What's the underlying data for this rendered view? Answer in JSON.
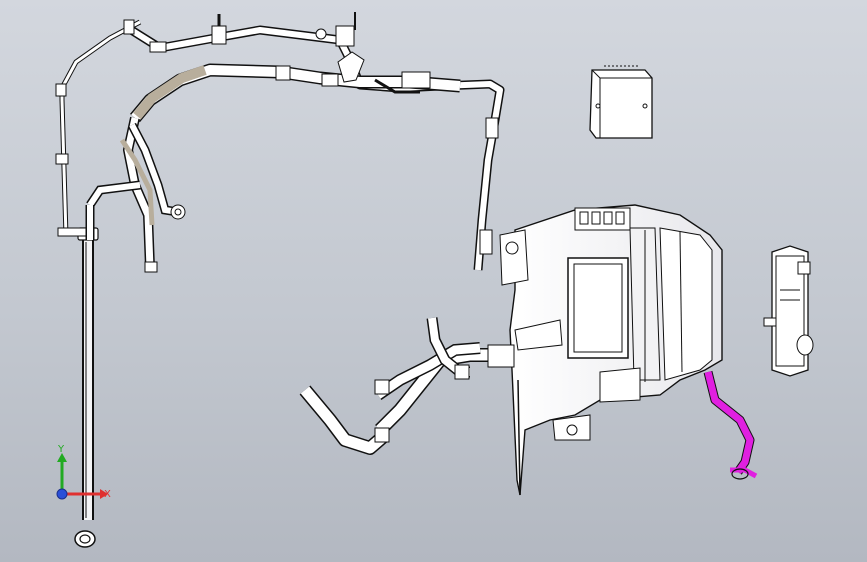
{
  "viewport": {
    "background_top": "#d3d7de",
    "background_bottom": "#b3b8c1"
  },
  "colors": {
    "part_fill": "#ffffff",
    "part_shade": "#e6e7eb",
    "edge": "#111111",
    "highlight_hose": "#e020e0",
    "axis_x": "#e03030",
    "axis_y": "#22aa22",
    "axis_z": "#2a4fd8"
  },
  "triad": {
    "x_label": "X",
    "y_label": "Y"
  },
  "model": {
    "selected_part": "highlight-hose"
  }
}
